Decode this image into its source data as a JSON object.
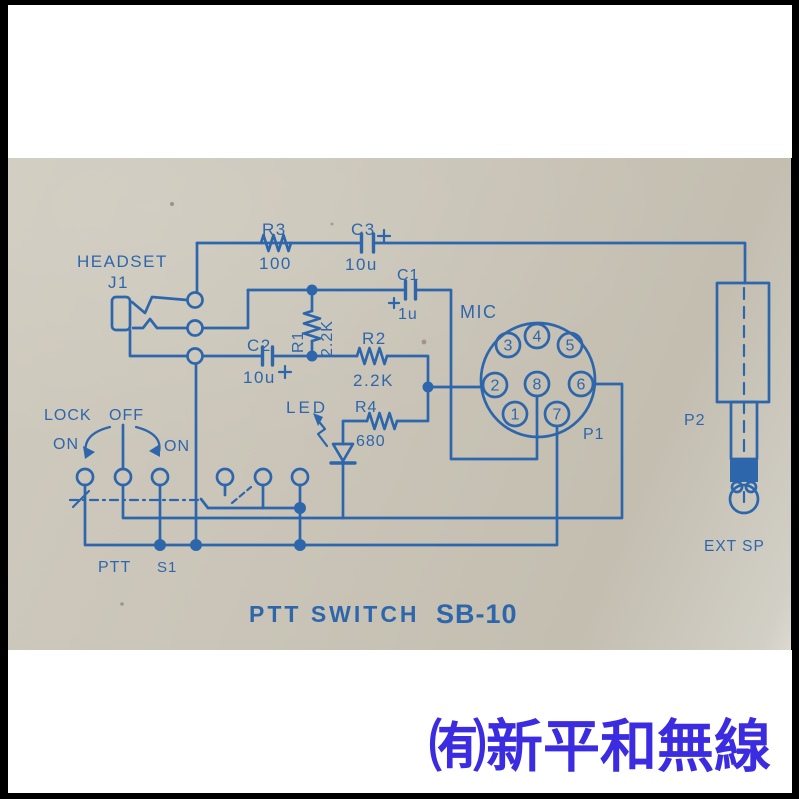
{
  "footer": {
    "company": "㈲新平和無線"
  },
  "title": {
    "main": "PTT SWITCH",
    "model": "SB-10"
  },
  "schematic": {
    "headset": {
      "label": "HEADSET",
      "jack_ref": "J1"
    },
    "components": {
      "r3": {
        "ref": "R3",
        "value": "100"
      },
      "c3": {
        "ref": "C3",
        "value": "10u",
        "polarity": "+"
      },
      "c1": {
        "ref": "C1",
        "value": "1u",
        "polarity": "+"
      },
      "r1": {
        "ref": "R1",
        "value": "2.2K"
      },
      "c2": {
        "ref": "C2",
        "value": "10u",
        "polarity": "+"
      },
      "r2": {
        "ref": "R2",
        "value": "2.2K"
      },
      "r4": {
        "ref": "R4",
        "value": "680"
      },
      "led": {
        "ref": "LED"
      }
    },
    "mic": {
      "label": "MIC",
      "plug_ref": "P1",
      "pins": [
        "1",
        "2",
        "3",
        "4",
        "5",
        "6",
        "7",
        "8"
      ]
    },
    "ext_plug": {
      "ref": "P2",
      "caption": "EXT SP"
    },
    "switch": {
      "lock": "LOCK",
      "off": "OFF",
      "on_left": "ON",
      "on_right": "ON",
      "ptt": "PTT",
      "ref": "S1"
    }
  },
  "colors": {
    "ink": "#2a67b3",
    "paper": "#c9c4b7",
    "footer_text": "#3b2be1",
    "border": "#000000",
    "matte": "#ffffff"
  }
}
